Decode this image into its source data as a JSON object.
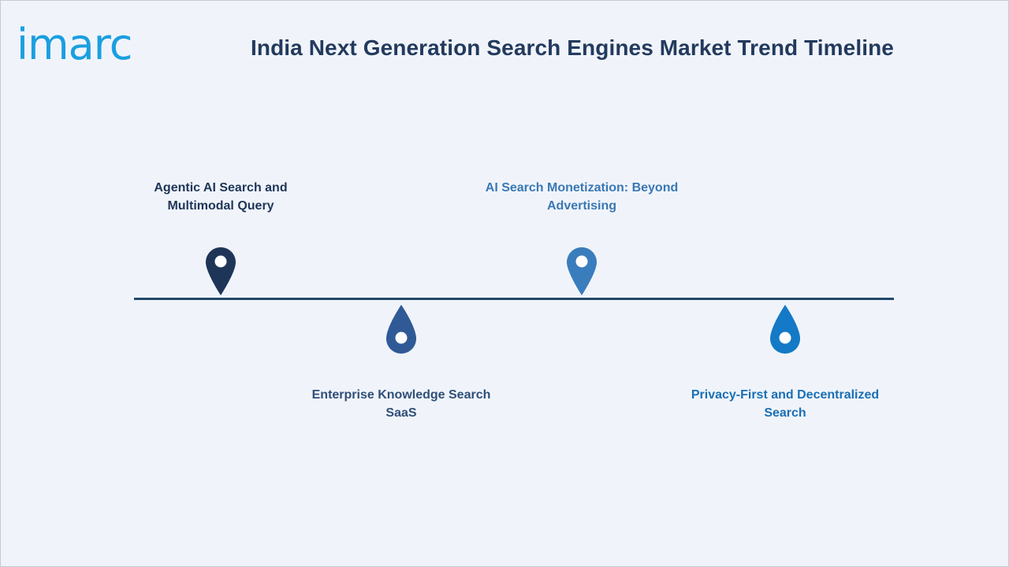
{
  "brand": {
    "logo_text": "imarc",
    "logo_color": "#1a9fe0"
  },
  "title": "India Next Generation Search Engines Market Trend Timeline",
  "colors": {
    "title": "#233a5e",
    "timeline_line": "#24476b"
  },
  "milestones": [
    {
      "label_line1": "Agentic AI Search and",
      "label_line2": "Multimodal Query",
      "position": "above",
      "marker_icon": "map-pin-icon",
      "color": "#1f3558",
      "label_color": "#1f3558"
    },
    {
      "label_line1": "Enterprise Knowledge Search",
      "label_line2": "SaaS",
      "position": "below",
      "marker_icon": "drop-pin-icon",
      "color": "#2f5a96",
      "label_color": "#2f4f78"
    },
    {
      "label_line1": "AI Search Monetization: Beyond",
      "label_line2": "Advertising",
      "position": "above",
      "marker_icon": "map-pin-icon",
      "color": "#3a7dbd",
      "label_color": "#3a78b4"
    },
    {
      "label_line1": "Privacy-First and Decentralized",
      "label_line2": "Search",
      "position": "below",
      "marker_icon": "drop-pin-icon",
      "color": "#1479c6",
      "label_color": "#1a6fb5"
    }
  ]
}
